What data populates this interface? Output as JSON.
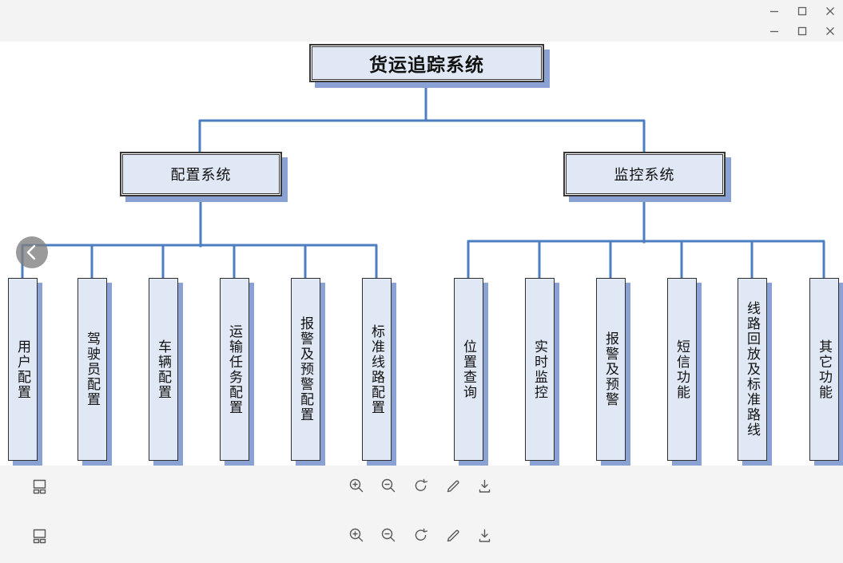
{
  "window": {
    "controls_row1": {
      "minimize": "minimize",
      "maximize": "maximize",
      "close": "close"
    },
    "controls_row2": {
      "minimize": "minimize",
      "maximize": "maximize",
      "close": "close"
    }
  },
  "nav": {
    "back_icon": "chevron-left"
  },
  "diagram": {
    "root": "货运追踪系统",
    "branches": [
      {
        "label": "配置系统",
        "children": [
          "用户配置",
          "驾驶员配置",
          "车辆配置",
          "运输任务配置",
          "报警及预警配置",
          "标准线路配置"
        ]
      },
      {
        "label": "监控系统",
        "children": [
          "位置查询",
          "实时监控",
          "报警及预警",
          "短信功能",
          "线路回放及标准路线",
          "其它功能"
        ]
      }
    ]
  },
  "toolbars": [
    {
      "left_icons": [
        "org-chart"
      ],
      "center_icons": [
        "zoom-in",
        "zoom-out",
        "rotate",
        "edit",
        "download"
      ]
    },
    {
      "left_icons": [
        "org-chart"
      ],
      "center_icons": [
        "zoom-in",
        "zoom-out",
        "rotate",
        "edit",
        "download"
      ]
    }
  ],
  "colors": {
    "node_fill": "#dfe8f4",
    "node_border": "#383838",
    "connector": "#4d7ebf",
    "shadow": "#8aa2d3",
    "chrome_bg": "#f3f3f4",
    "icon": "#595959"
  }
}
